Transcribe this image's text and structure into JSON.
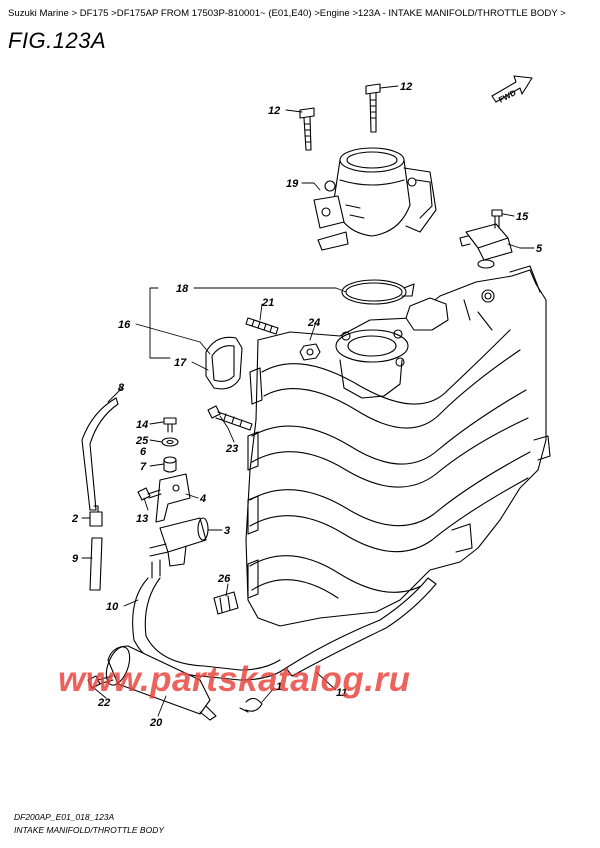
{
  "breadcrumb": "Suzuki Marine > DF175 >DF175AP FROM 17503P-810001~ (E01,E40) >Engine >123A - INTAKE MANIFOLD/THROTTLE BODY >",
  "figure_title": "FIG.123A",
  "fwd_label": "FWD",
  "watermark": "www.partskatalog.ru",
  "footer": {
    "code": "DF200AP_E01_018_123A",
    "name": "INTAKE MANIFOLD/THROTTLE BODY"
  },
  "callouts": [
    {
      "id": "c12a",
      "label": "12"
    },
    {
      "id": "c12b",
      "label": "12"
    },
    {
      "id": "c19",
      "label": "19"
    },
    {
      "id": "c15",
      "label": "15"
    },
    {
      "id": "c5",
      "label": "5"
    },
    {
      "id": "c18",
      "label": "18"
    },
    {
      "id": "c21",
      "label": "21"
    },
    {
      "id": "c16",
      "label": "16"
    },
    {
      "id": "c24",
      "label": "24"
    },
    {
      "id": "c17",
      "label": "17"
    },
    {
      "id": "c8",
      "label": "8"
    },
    {
      "id": "c14",
      "label": "14"
    },
    {
      "id": "c25",
      "label": "25"
    },
    {
      "id": "c23",
      "label": "23"
    },
    {
      "id": "c6",
      "label": "6"
    },
    {
      "id": "c7",
      "label": "7"
    },
    {
      "id": "c4",
      "label": "4"
    },
    {
      "id": "c13",
      "label": "13"
    },
    {
      "id": "c2",
      "label": "2"
    },
    {
      "id": "c3",
      "label": "3"
    },
    {
      "id": "c9",
      "label": "9"
    },
    {
      "id": "c26",
      "label": "26"
    },
    {
      "id": "c10",
      "label": "10"
    },
    {
      "id": "c1",
      "label": "1"
    },
    {
      "id": "c11",
      "label": "11"
    },
    {
      "id": "c22",
      "label": "22"
    },
    {
      "id": "c20",
      "label": "20"
    }
  ]
}
